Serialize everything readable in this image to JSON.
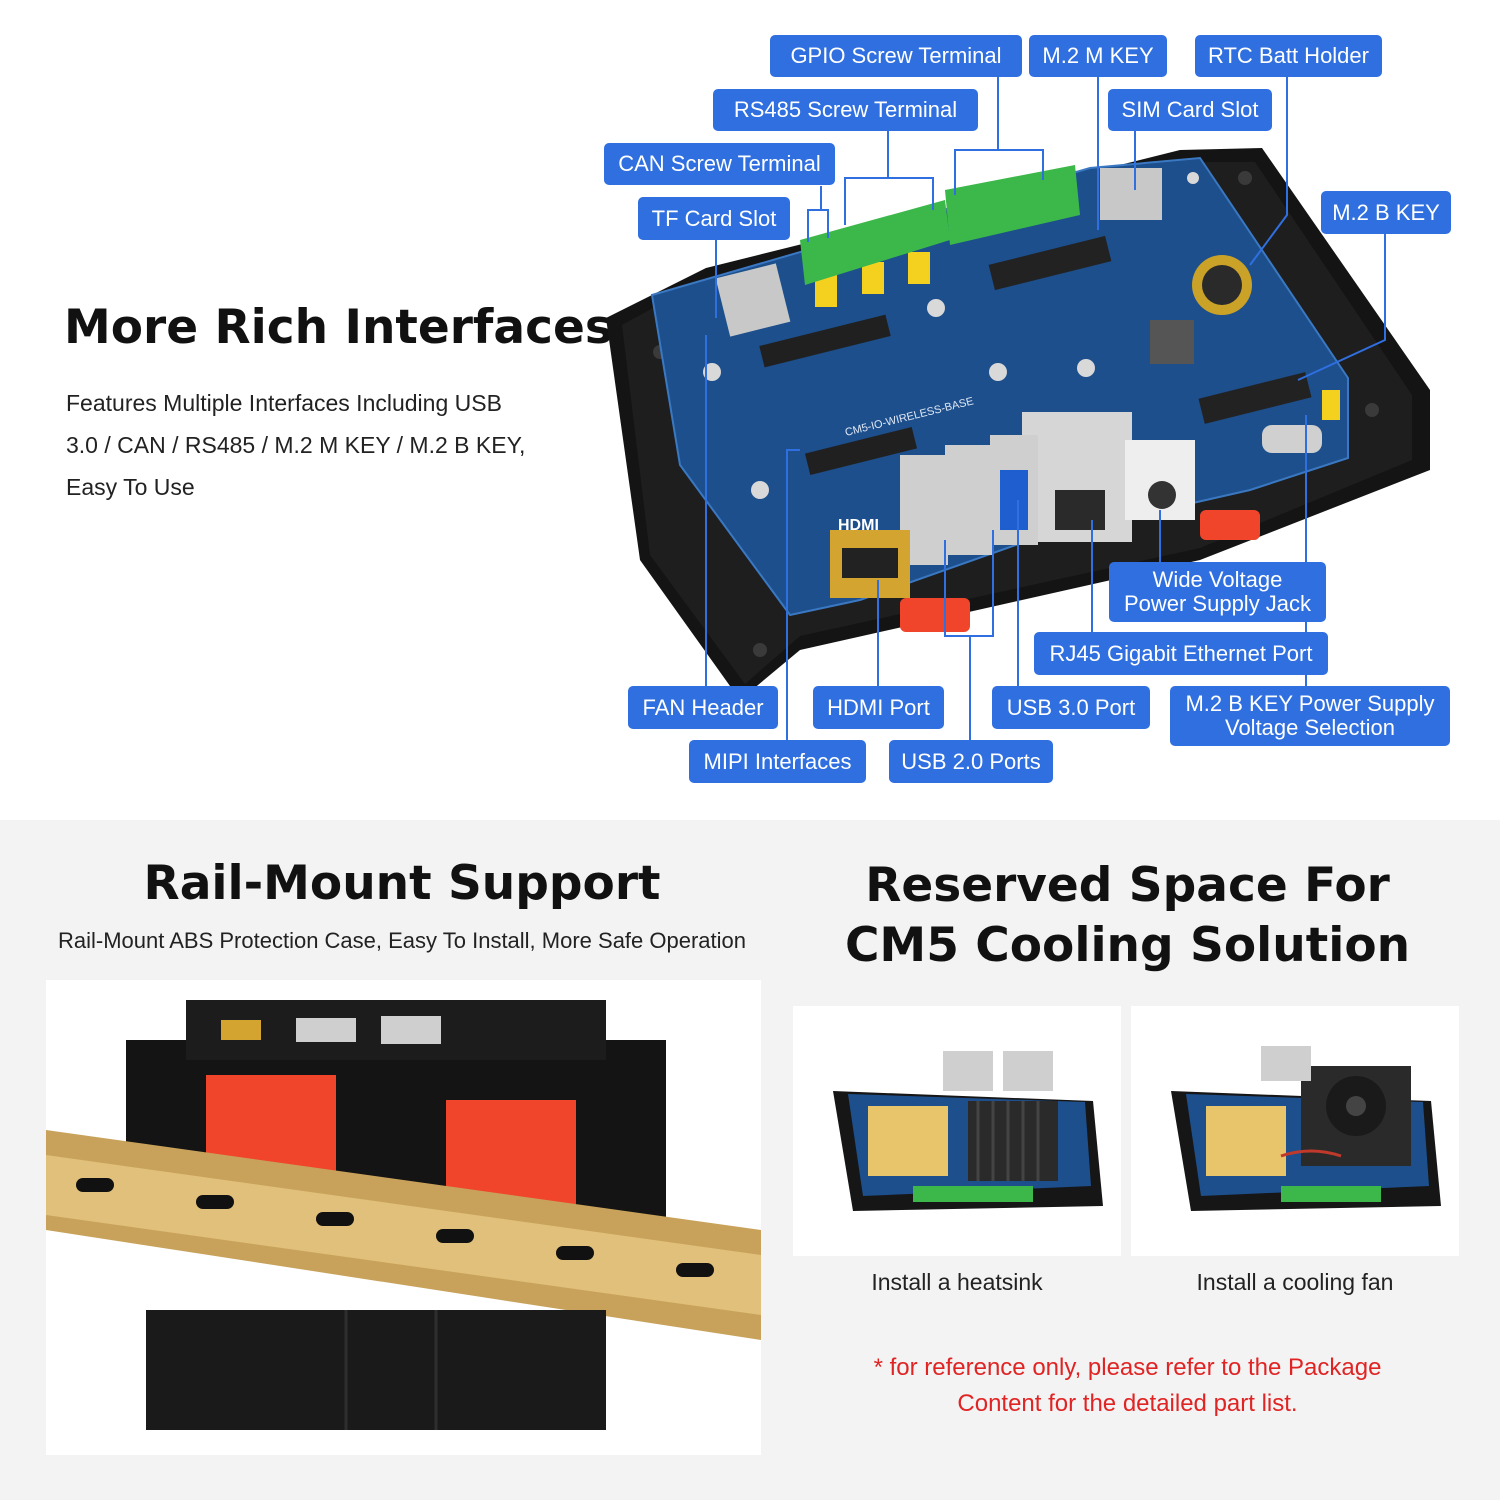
{
  "interfaces_section": {
    "heading": "More Rich Interfaces",
    "description_lines": [
      "Features Multiple Interfaces Including USB",
      "3.0 / CAN / RS485 / M.2 M KEY / M.2 B KEY,",
      "Easy To Use"
    ],
    "board_silkscreen": "CM5-IO-WIRELESS-BASE",
    "board_hdmi_mark": "HDMI",
    "callouts": {
      "gpio": "GPIO Screw Terminal",
      "m2m": "M.2 M KEY",
      "rtc": "RTC Batt Holder",
      "rs485": "RS485 Screw Terminal",
      "sim": "SIM Card Slot",
      "can": "CAN Screw Terminal",
      "tf": "TF Card Slot",
      "m2b": "M.2 B KEY",
      "power_line1": "Wide Voltage",
      "power_line2": "Power Supply Jack",
      "rj45": "RJ45 Gigabit Ethernet Port",
      "fan": "FAN Header",
      "hdmi": "HDMI Port",
      "usb3": "USB 3.0 Port",
      "m2b_power_line1": "M.2 B KEY Power Supply",
      "m2b_power_line2": "Voltage Selection",
      "mipi": "MIPI Interfaces",
      "usb2": "USB 2.0 Ports"
    },
    "colors": {
      "callout": "#2f6fe0",
      "board": "#1d4f8c",
      "terminal": "#3cb84a",
      "case": "#1a1a1a"
    }
  },
  "rail_section": {
    "heading": "Rail-Mount Support",
    "description": "Rail-Mount ABS Protection Case, Easy To Install, More Safe Operation"
  },
  "cooling_section": {
    "heading_line1": "Reserved Space For",
    "heading_line2": "CM5 Cooling Solution",
    "option1_caption": "Install a heatsink",
    "option2_caption": "Install a cooling fan",
    "note_line1": "* for reference only, please refer to the Package",
    "note_line2": "Content for the detailed part list.",
    "note_color": "#e02424"
  }
}
